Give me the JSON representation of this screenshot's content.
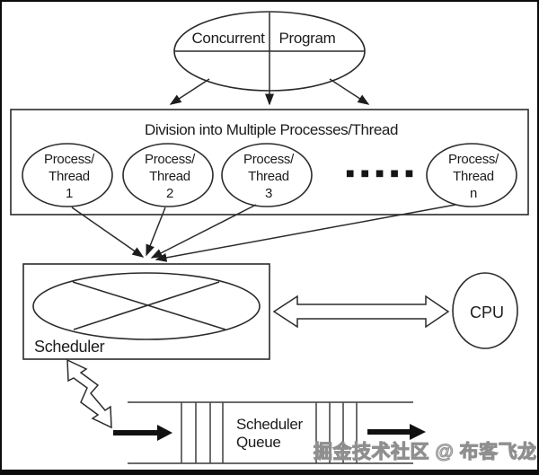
{
  "diagram": {
    "program_ellipse": {
      "left_label": "Concurrent",
      "right_label": "Program"
    },
    "division_box": {
      "title": "Division into Multiple Processes/Thread",
      "processes": [
        {
          "line1": "Process/",
          "line2": "Thread",
          "line3": "1"
        },
        {
          "line1": "Process/",
          "line2": "Thread",
          "line3": "2"
        },
        {
          "line1": "Process/",
          "line2": "Thread",
          "line3": "3"
        },
        {
          "line1": "Process/",
          "line2": "Thread",
          "line3": "n"
        }
      ],
      "ellipsis": "■■■■■"
    },
    "scheduler_box": {
      "label": "Scheduler"
    },
    "cpu_ellipse": {
      "label": "CPU"
    },
    "scheduler_queue": {
      "label_line1": "Scheduler",
      "label_line2": "Queue"
    },
    "colors": {
      "line": "#2b2b2b",
      "text": "#1c1c1c",
      "watermark_fill": "#d6d6d6",
      "watermark_stroke": "#8f8f8f",
      "background": "#ffffff"
    }
  },
  "watermark": {
    "text": "掘金技术社区 @ 布客飞龙"
  }
}
